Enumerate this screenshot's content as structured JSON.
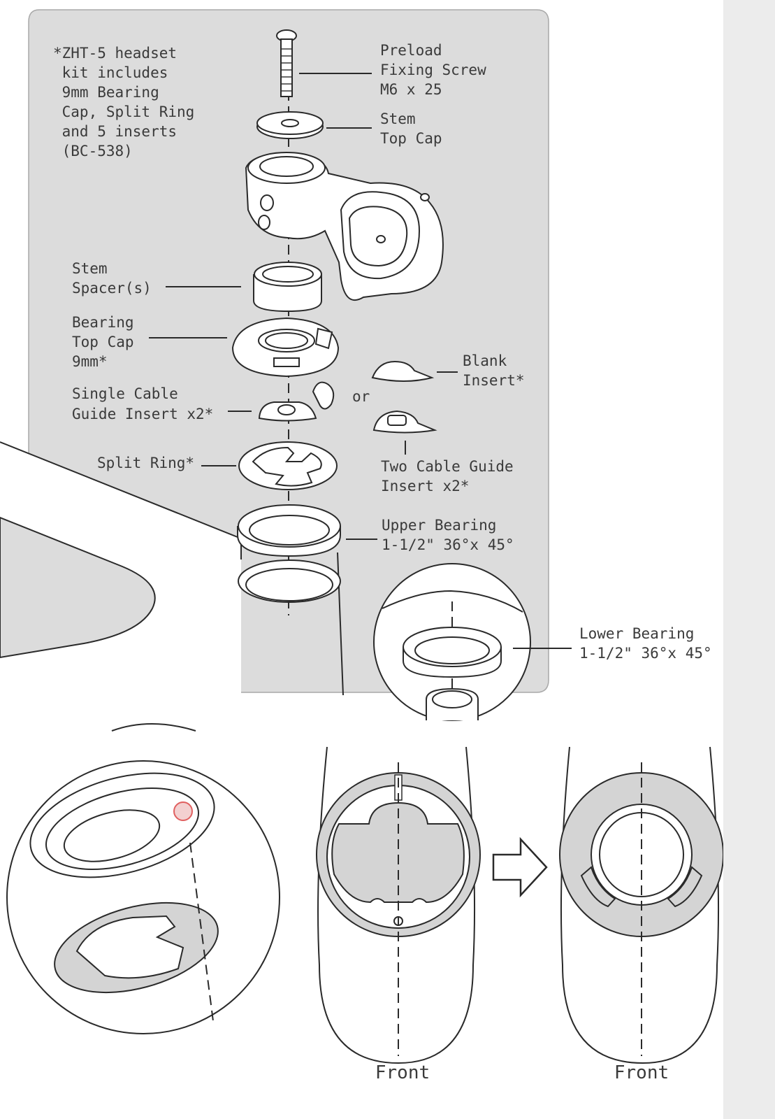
{
  "diagram": {
    "note": [
      "*ZHT-5 headset",
      " kit includes",
      " 9mm Bearing",
      " Cap, Split Ring",
      " and 5 inserts",
      " (BC-538)"
    ],
    "labels": {
      "preload": [
        "Preload",
        "Fixing Screw",
        "M6 x 25"
      ],
      "stem_top_cap": [
        "Stem",
        "Top Cap"
      ],
      "stem_spacer": [
        "Stem",
        "Spacer(s)"
      ],
      "bearing_top_cap": [
        "Bearing",
        "Top Cap",
        "9mm*"
      ],
      "single_cable": [
        "Single Cable",
        "Guide Insert x2*"
      ],
      "or": "or",
      "blank_insert": [
        "Blank",
        "Insert*"
      ],
      "two_cable": [
        "Two Cable Guide",
        "Insert x2*"
      ],
      "split_ring": "Split Ring*",
      "upper_bearing": [
        "Upper Bearing",
        "1-1/2\" 36°x 45°"
      ],
      "lower_bearing": [
        "Lower Bearing",
        "1-1/2\" 36°x 45°"
      ]
    },
    "front_labels": [
      "Front",
      "Front"
    ]
  },
  "colors": {
    "panel": "#dcdcdc",
    "line": "#2a2a2a",
    "text": "#3a3a3a",
    "highlight": "#e06060",
    "scrollbar": "#ececec"
  }
}
